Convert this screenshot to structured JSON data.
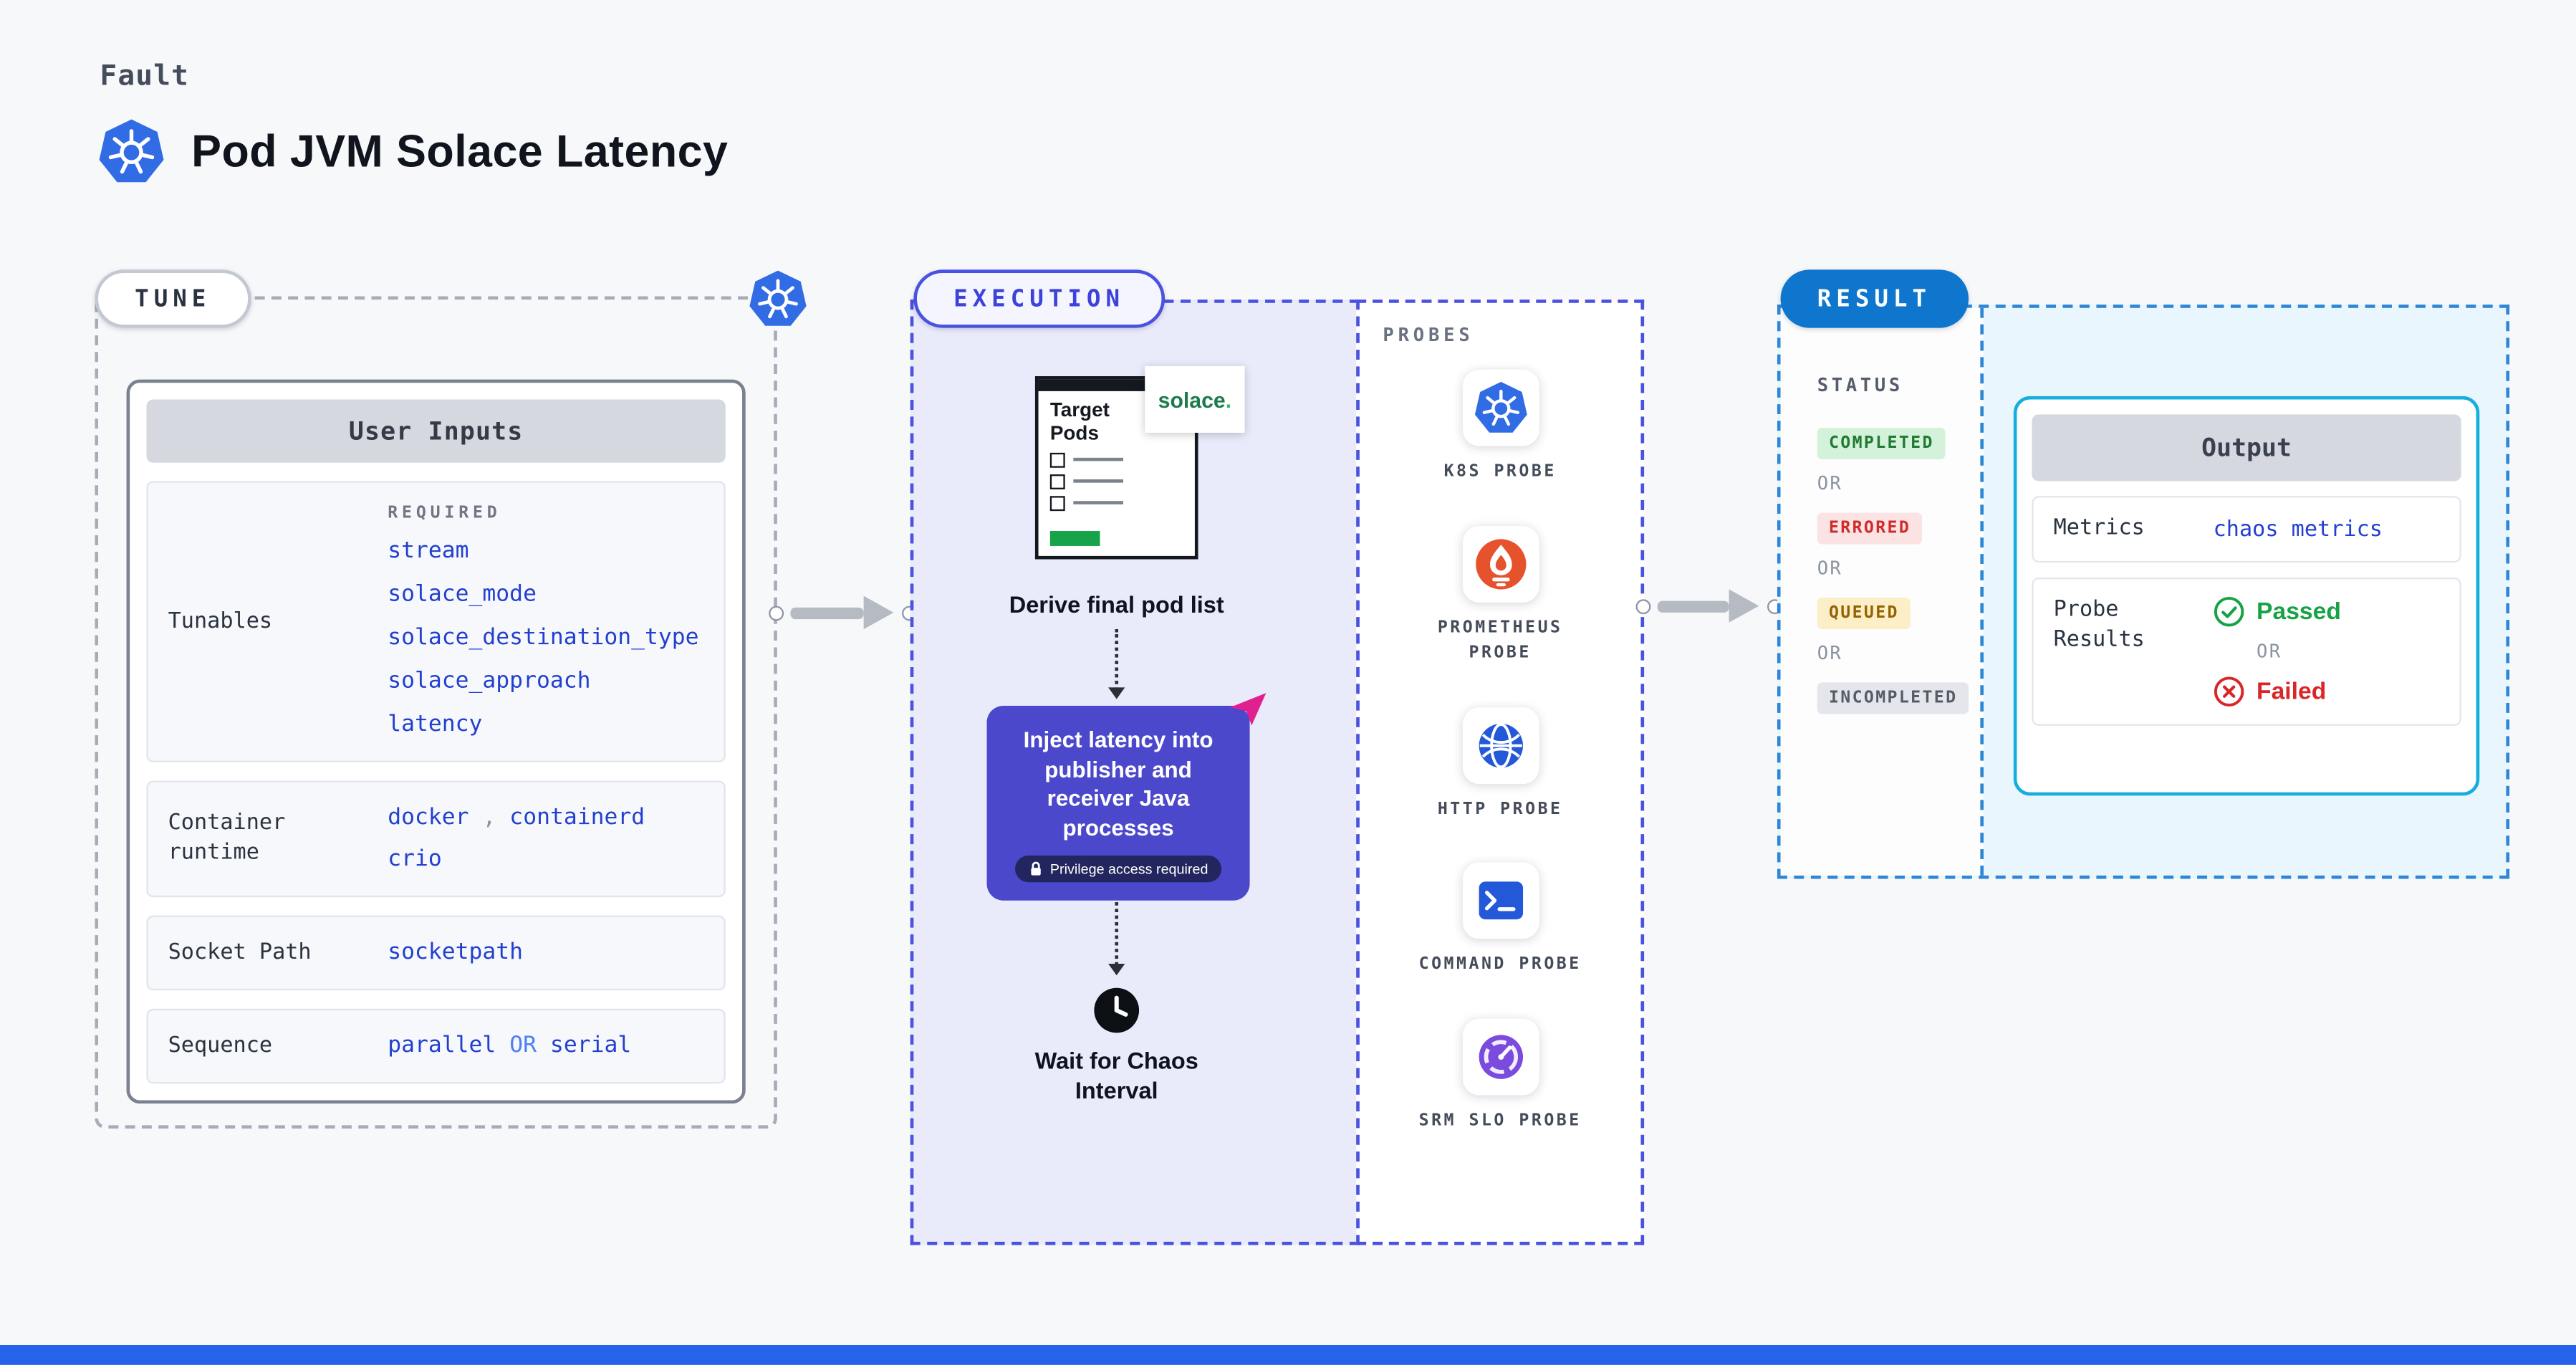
{
  "colors": {
    "page-bg": "#f7f8fa",
    "accent-blue": "#326ce5",
    "value-blue": "#2240d0",
    "or-blue": "#4f7ef7",
    "tune-border": "#a6acb8",
    "panel-border": "#7a8190",
    "header-fill": "#d6d8e0",
    "row-fill": "#f7f8fb",
    "row-border": "#e2e4eb",
    "execution-accent": "#4b51e0",
    "execution-fill": "#e9ebfb",
    "inject-fill": "#4b48cb",
    "privilege-fill": "#23265e",
    "chaos-pink": "#e1208f",
    "solace-green": "#1f7a4e",
    "progress-green": "#17a34a",
    "prometheus-orange": "#e6522c",
    "srm-purple": "#7a4bdc",
    "probe-blue": "#2358d8",
    "result-accent": "#2e86d6",
    "result-fill": "#eaf6fd",
    "result-badge-fill": "#0e76cc",
    "output-border": "#16aede",
    "completed-bg": "#d3f2d9",
    "completed-text": "#217a33",
    "errored-bg": "#fbe3e3",
    "errored-text": "#cf2b2b",
    "queued-bg": "#fceec7",
    "queued-text": "#946300",
    "incompleted-bg": "#e4e6eb",
    "incompleted-text": "#555c68",
    "passed-green": "#17a345",
    "failed-red": "#d92626",
    "arrow-gray": "#b6bac3",
    "footer-blue": "#2563eb"
  },
  "header": {
    "kicker": "Fault",
    "title": "Pod JVM Solace Latency"
  },
  "tune": {
    "badge": "TUNE",
    "card_title": "User Inputs",
    "required_label": "REQUIRED",
    "tunables_label": "Tunables",
    "tunables": [
      "stream",
      "solace_mode",
      "solace_destination_type",
      "solace_approach",
      "latency"
    ],
    "container_runtime": {
      "label": "Container runtime",
      "value_a": "docker",
      "sep": ",",
      "value_b": "containerd",
      "value_c": "crio"
    },
    "socket_path": {
      "label": "Socket Path",
      "value": "socketpath"
    },
    "sequence": {
      "label": "Sequence",
      "value_a": "parallel",
      "or": "OR",
      "value_b": "serial"
    }
  },
  "execution": {
    "badge": "EXECUTION",
    "target_window": {
      "title": "Target Pods",
      "logo": "solace",
      "logo_dot": "."
    },
    "step1_caption": "Derive final pod list",
    "inject_text": "Inject latency into publisher and receiver Java processes",
    "privilege_badge": "Privilege access required",
    "wait_caption": "Wait for Chaos Interval"
  },
  "probes": {
    "title": "PROBES",
    "items": [
      {
        "icon": "kubernetes-probe-icon",
        "label": "K8S PROBE"
      },
      {
        "icon": "prometheus-probe-icon",
        "label": "PROMETHEUS PROBE"
      },
      {
        "icon": "http-probe-icon",
        "label": "HTTP PROBE"
      },
      {
        "icon": "command-probe-icon",
        "label": "COMMAND PROBE"
      },
      {
        "icon": "srm-slo-probe-icon",
        "label": "SRM SLO PROBE"
      }
    ]
  },
  "result": {
    "badge": "RESULT",
    "status_title": "STATUS",
    "or_label": "OR",
    "statuses": [
      {
        "label": "COMPLETED",
        "kind": "completed"
      },
      {
        "label": "ERRORED",
        "kind": "errored"
      },
      {
        "label": "QUEUED",
        "kind": "queued"
      },
      {
        "label": "INCOMPLETED",
        "kind": "incompleted"
      }
    ],
    "output": {
      "title": "Output",
      "metrics_label": "Metrics",
      "metrics_value": "chaos metrics",
      "probe_results_label": "Probe Results",
      "passed_label": "Passed",
      "or_label": "OR",
      "failed_label": "Failed"
    }
  }
}
